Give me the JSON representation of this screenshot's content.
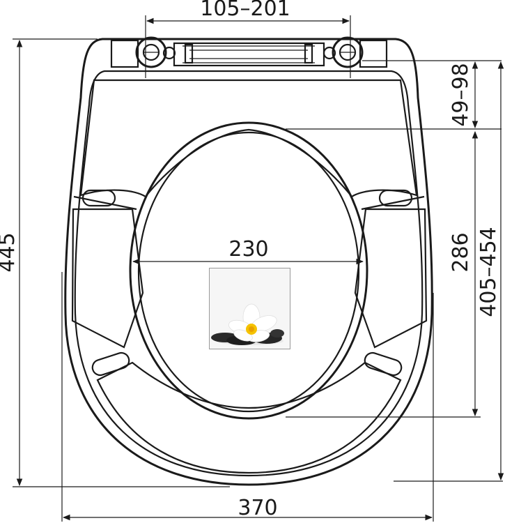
{
  "dimensions": {
    "hinge_spacing": "105–201",
    "rear_offset": "49–98",
    "overall_length": "445",
    "opening_width": "230",
    "opening_length": "286",
    "bowl_length": "405–454",
    "overall_width": "370"
  },
  "photo": {
    "subject": "frangipani-flower-on-black-stones"
  }
}
